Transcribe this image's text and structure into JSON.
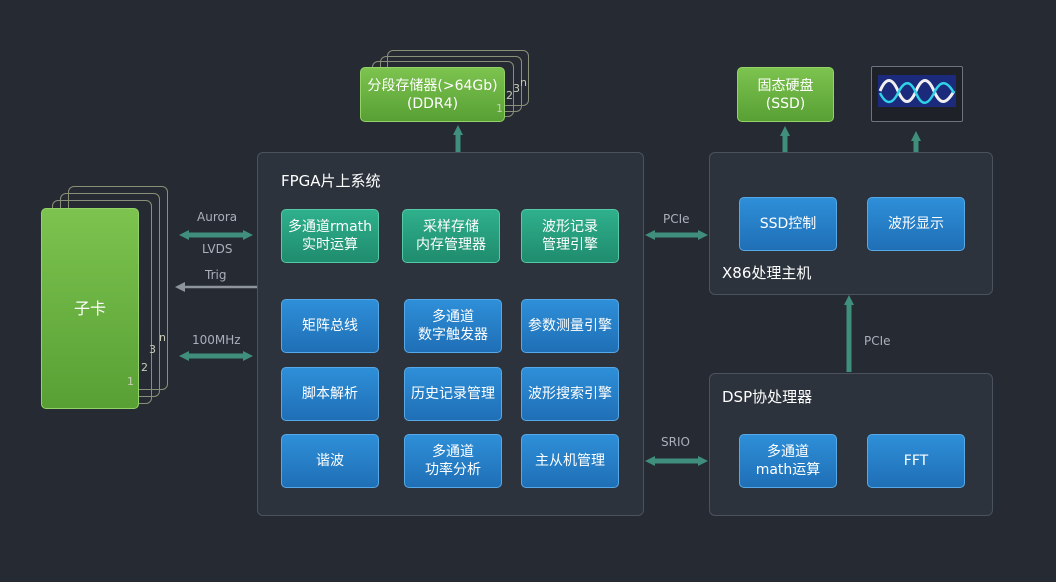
{
  "fpga": {
    "title": "FPGA片上系统",
    "blocks": {
      "rmath": "多通道rmath\n实时运算",
      "mem_mgr": "采样存储\n内存管理器",
      "wave_rec": "波形记录\n管理引擎",
      "matrix_bus": "矩阵总线",
      "digital_trigger": "多通道\n数字触发器",
      "param_measure": "参数测量引擎",
      "script_parse": "脚本解析",
      "history_mgr": "历史记录管理",
      "wave_search": "波形搜索引擎",
      "harmonic": "谐波",
      "power_analysis": "多通道\n功率分析",
      "master_slave": "主从机管理"
    }
  },
  "memory": {
    "label": "分段存储器(>64Gb)\n(DDR4)",
    "stack_numbers": [
      "1",
      "2",
      "3",
      "n"
    ]
  },
  "subcard": {
    "label": "子卡",
    "stack_numbers": [
      "1",
      "2",
      "3",
      "n"
    ]
  },
  "links": {
    "aurora": "Aurora",
    "lvds": "LVDS",
    "trig": "Trig",
    "clock": "100MHz",
    "pcie_fpga_x86": "PCIe",
    "pcie_dsp_x86": "PCIe",
    "srio": "SRIO"
  },
  "x86": {
    "title": "X86处理主机",
    "ssd": "固态硬盘\n(SSD)",
    "ssd_ctrl": "SSD控制",
    "wave_display": "波形显示"
  },
  "dsp": {
    "title": "DSP协处理器",
    "math": "多通道\nmath运算",
    "fft": "FFT"
  },
  "colors": {
    "background": "#262a33",
    "panel": "#2d333d",
    "arrow": "#3a8a78",
    "teal_block": "#2fb08c",
    "blue_block": "#2e8fd8",
    "green_block": "#7cc34f"
  }
}
